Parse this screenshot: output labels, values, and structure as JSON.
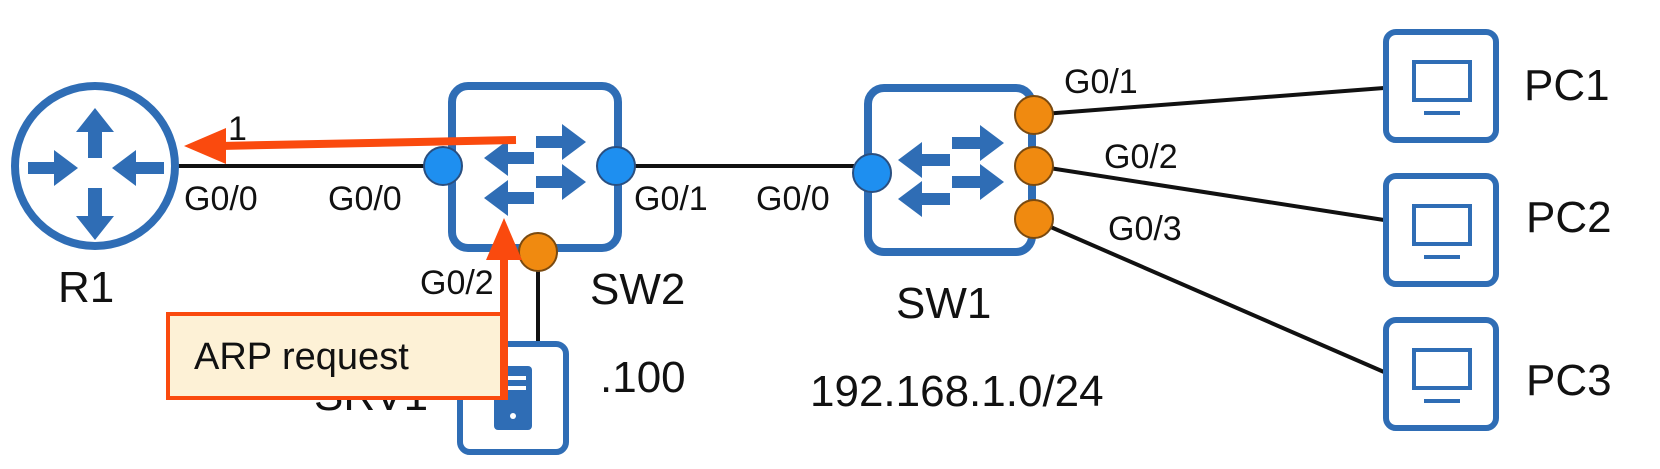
{
  "colors": {
    "device_blue": "#2f6db5",
    "port_blue": "#1e8ff0",
    "port_orange": "#f08a10",
    "arrow_orange": "#fa4a0e",
    "callout_fill": "#fdf1d6",
    "link_black": "#111111"
  },
  "devices": {
    "r1": {
      "name": "R1",
      "icon": "router-icon"
    },
    "sw2": {
      "name": "SW2",
      "icon": "switch-icon"
    },
    "sw1": {
      "name": "SW1",
      "icon": "switch-icon"
    },
    "srv1": {
      "name": "SRV1",
      "ip_suffix": ".100",
      "icon": "server-icon"
    },
    "pc1": {
      "name": "PC1",
      "icon": "monitor-icon"
    },
    "pc2": {
      "name": "PC2",
      "icon": "monitor-icon"
    },
    "pc3": {
      "name": "PC3",
      "icon": "monitor-icon"
    }
  },
  "ports": {
    "r1_g00": "G0/0",
    "sw2_g00": "G0/0",
    "sw2_g01": "G0/1",
    "sw2_g02": "G0/2",
    "sw1_g00": "G0/0",
    "sw1_g01": "G0/1",
    "sw1_g02": "G0/2",
    "sw1_g03": "G0/3"
  },
  "network": {
    "subnet": "192.168.1.0/24"
  },
  "annotation": {
    "callout": "ARP request",
    "arrow_number": "1"
  }
}
